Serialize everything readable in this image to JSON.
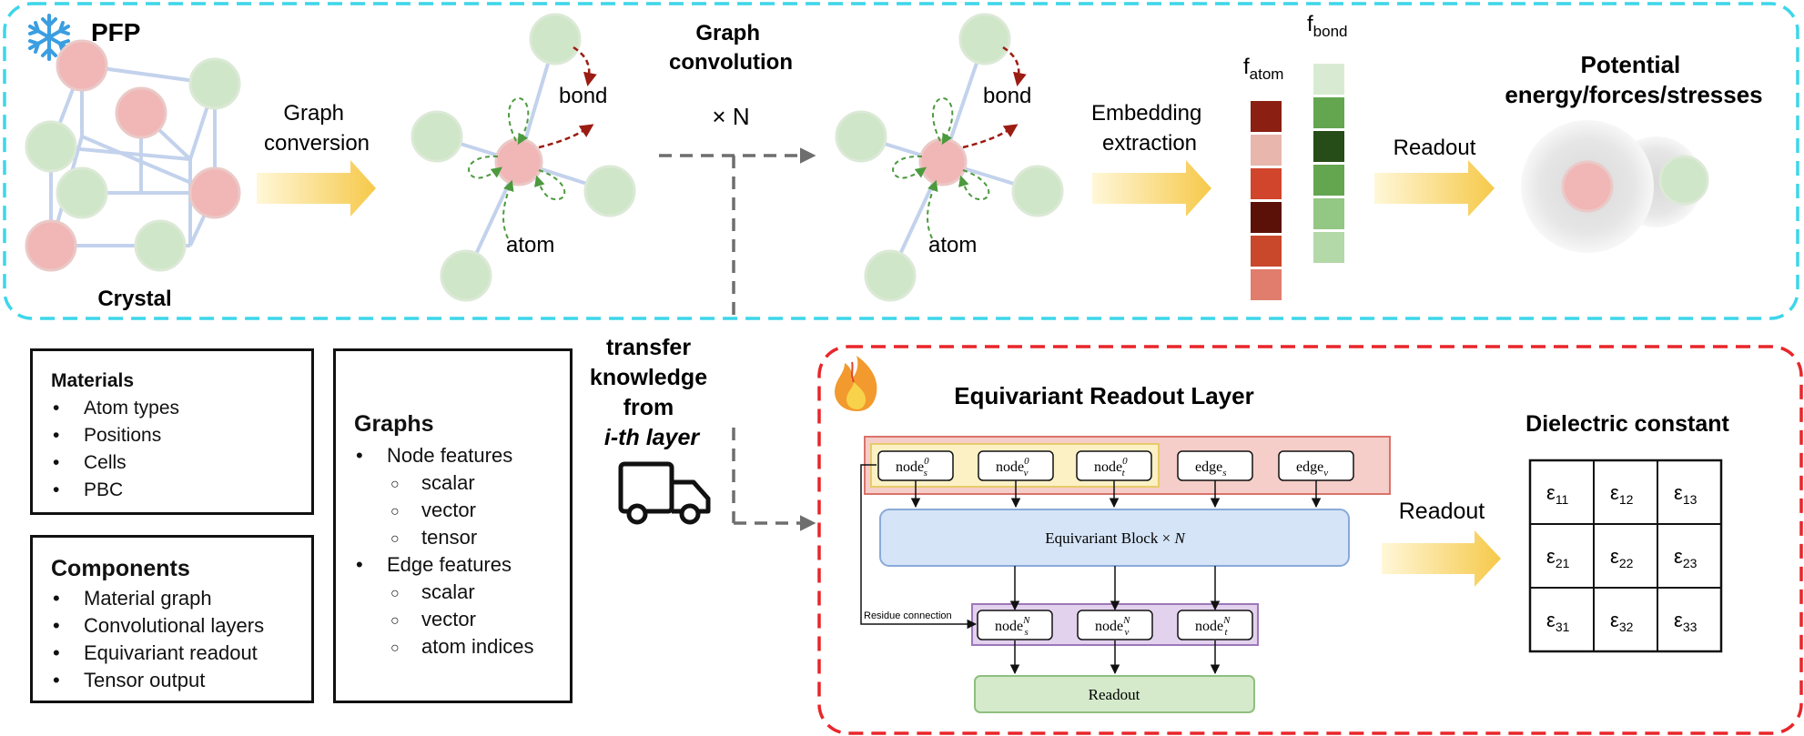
{
  "top_panel": {
    "title": "PFP",
    "crystal_label": "Crystal",
    "graph_conversion": [
      "Graph",
      "conversion"
    ],
    "graph_convolution": [
      "Graph",
      "convolution"
    ],
    "times_n": "× N",
    "bond_label": "bond",
    "atom_label": "atom",
    "embedding_extraction": [
      "Embedding",
      "extraction"
    ],
    "f_atom": {
      "base": "f",
      "sub": "atom"
    },
    "f_bond": {
      "base": "f",
      "sub": "bond"
    },
    "readout": "Readout",
    "output": [
      "Potential",
      "energy/forces/stresses"
    ],
    "f_atom_colors": [
      "#8b2012",
      "#e8b6ad",
      "#d1452c",
      "#5c1108",
      "#c9472b",
      "#e07d6c"
    ],
    "f_bond_colors": [
      "#d8ebd2",
      "#64a550",
      "#264d18",
      "#64a550",
      "#93c784",
      "#b4d9a8"
    ],
    "colors": {
      "frozen_border": "#3dd6ea",
      "trainable_border": "#e8262a",
      "atom_red": "#f1b6b6",
      "atom_green": "#cfe6c8",
      "arrow_yellow": "#f7cd4a"
    }
  },
  "transfer": {
    "lines": [
      "transfer",
      "knowledge",
      "from",
      "i-th layer"
    ]
  },
  "materials": {
    "title": "Materials",
    "items": [
      "Atom types",
      "Positions",
      "Cells",
      "PBC"
    ]
  },
  "components": {
    "title": "Components",
    "items": [
      "Material graph",
      "Convolutional layers",
      "Equivariant readout",
      "Tensor output"
    ]
  },
  "graphs": {
    "title": "Graphs",
    "node_features": "Node features",
    "node_sub": [
      "scalar",
      "vector",
      "tensor"
    ],
    "edge_features": "Edge features",
    "edge_sub": [
      "scalar",
      "vector",
      "atom indices"
    ]
  },
  "bottom_panel": {
    "title": "Equivariant Readout Layer",
    "inputs": [
      {
        "base": "node",
        "sub": "s",
        "sup": "0"
      },
      {
        "base": "node",
        "sub": "v",
        "sup": "0"
      },
      {
        "base": "node",
        "sub": "t",
        "sup": "0"
      },
      {
        "base": "edge",
        "sub": "s",
        "sup": ""
      },
      {
        "base": "edge",
        "sub": "v",
        "sup": ""
      }
    ],
    "equivariant_block": "Equivariant Block × ",
    "block_n": "N",
    "outputs": [
      {
        "base": "node",
        "sub": "s",
        "sup": "N"
      },
      {
        "base": "node",
        "sub": "v",
        "sup": "N"
      },
      {
        "base": "node",
        "sub": "t",
        "sup": "N"
      }
    ],
    "residue_connection": "Residue connection",
    "readout_block": "Readout",
    "readout_arrow": "Readout",
    "dielectric_title": "Dielectric constant",
    "matrix": [
      [
        "ε",
        "11"
      ],
      [
        "ε",
        "12"
      ],
      [
        "ε",
        "13"
      ],
      [
        "ε",
        "21"
      ],
      [
        "ε",
        "22"
      ],
      [
        "ε",
        "23"
      ],
      [
        "ε",
        "31"
      ],
      [
        "ε",
        "32"
      ],
      [
        "ε",
        "33"
      ]
    ]
  }
}
